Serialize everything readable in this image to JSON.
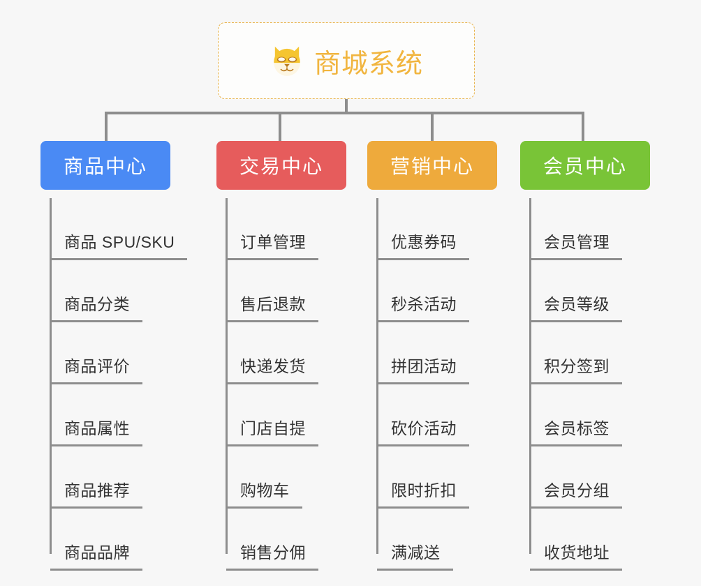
{
  "root": {
    "icon": "shiba-dog-face-icon",
    "title": "商城系统",
    "border_color": "#e8b34a",
    "title_color": "#f1b53f"
  },
  "connector_color": "#8d8d8d",
  "background_color": "#f7f7f7",
  "columns": [
    {
      "header": "商品中心",
      "color": "#4a8af4",
      "items": [
        "商品 SPU/SKU",
        "商品分类",
        "商品评价",
        "商品属性",
        "商品推荐",
        "商品品牌"
      ]
    },
    {
      "header": "交易中心",
      "color": "#e65c5c",
      "items": [
        "订单管理",
        "售后退款",
        "快递发货",
        "门店自提",
        "购物车",
        "销售分佣"
      ]
    },
    {
      "header": "营销中心",
      "color": "#eeaa3c",
      "items": [
        "优惠券码",
        "秒杀活动",
        "拼团活动",
        "砍价活动",
        "限时折扣",
        "满减送"
      ]
    },
    {
      "header": "会员中心",
      "color": "#79c437",
      "items": [
        "会员管理",
        "会员等级",
        "积分签到",
        "会员标签",
        "会员分组",
        "收货地址"
      ]
    }
  ]
}
